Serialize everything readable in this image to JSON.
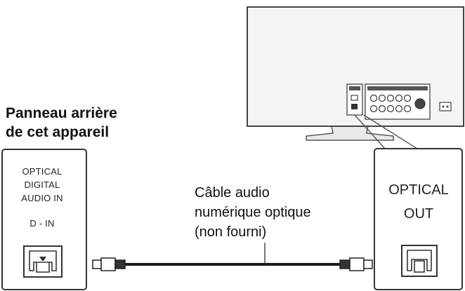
{
  "device_panel": {
    "heading_line1": "Panneau arrière",
    "heading_line2": "de cet appareil",
    "jack_label_line1": "OPTICAL",
    "jack_label_line2": "DIGITAL",
    "jack_label_line3": "AUDIO IN",
    "jack_label_line4": "D - IN"
  },
  "cable": {
    "label_line1": "Câble audio",
    "label_line2": "numérique optique",
    "label_line3": "(non fourni)"
  },
  "tv_panel": {
    "jack_label_line1": "OPTICAL",
    "jack_label_line2": "OUT"
  },
  "colors": {
    "line": "#333333",
    "panel_fill": "#ffffff",
    "tv_fill": "#f2f2f2",
    "cable": "#1a1a1a"
  },
  "icons": {
    "tv": "tv-rear-icon",
    "optical_in_port": "optical-port-icon",
    "optical_out_port": "optical-port-icon",
    "plug_left": "optical-plug-icon",
    "plug_right": "optical-plug-icon"
  }
}
